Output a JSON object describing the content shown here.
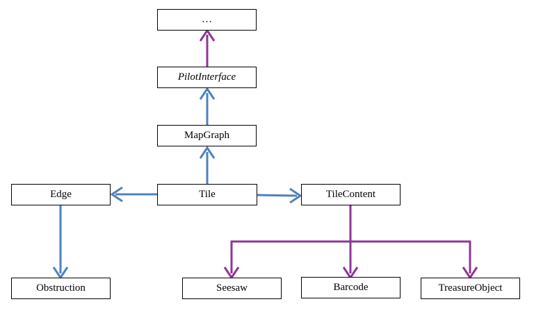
{
  "diagram": {
    "colors": {
      "blue": "#4F81BD",
      "purple": "#8E3596",
      "border": "#000000"
    },
    "nodes": {
      "top": "…",
      "pilot": "PilotInterface",
      "mapgraph": "MapGraph",
      "edge": "Edge",
      "tile": "Tile",
      "tilecontent": "TileContent",
      "obstruction": "Obstruction",
      "seesaw": "Seesaw",
      "barcode": "Barcode",
      "treasure": "TreasureObject"
    }
  }
}
